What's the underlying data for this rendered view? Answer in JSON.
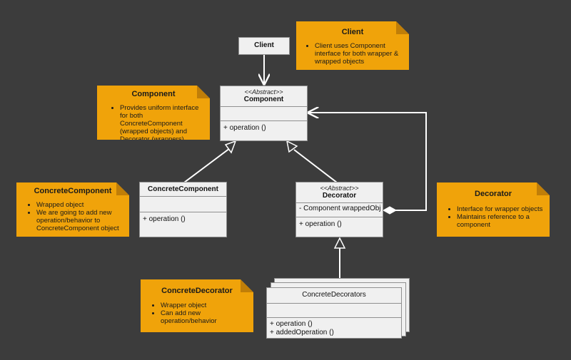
{
  "client": {
    "title": "Client"
  },
  "component": {
    "stereotype": "<<Abstract>>",
    "title": "Component",
    "attributes": "",
    "operations": [
      "+ operation ()"
    ]
  },
  "concrete_component": {
    "title": "ConcreteComponent",
    "attributes": "",
    "operations": [
      "+ operation ()"
    ]
  },
  "decorator": {
    "stereotype": "<<Abstract>>",
    "title": "Decorator",
    "attributes": [
      "- Component wrappedObj"
    ],
    "operations": [
      "+ operation ()"
    ]
  },
  "concrete_decorators": {
    "title": "ConcreteDecorators",
    "attributes": "",
    "operations": [
      "+ operation ()",
      "+ addedOperation ()"
    ]
  },
  "notes": {
    "client": {
      "title": "Client",
      "items": [
        "Client uses Component interface for both wrapper & wrapped objects"
      ]
    },
    "component": {
      "title": "Component",
      "items": [
        "Provides uniform interface for both ConcreteComponent (wrapped objects) and Decorator (wrappers)"
      ]
    },
    "concrete_component": {
      "title": "ConcreteComponent",
      "items": [
        "Wrapped object",
        "We are going to add new operation/behavior to ConcreteComponent object"
      ]
    },
    "decorator": {
      "title": "Decorator",
      "items": [
        "Interface for wrapper objects",
        "Maintains reference to a component"
      ]
    },
    "concrete_decorator": {
      "title": "ConcreteDecorator",
      "items": [
        "Wrapper object",
        "Can add new operation/behavior"
      ]
    }
  },
  "colors": {
    "background": "#3c3c3c",
    "note": "#f0a30a",
    "box": "#f0f0f0",
    "connector": "#ffffff"
  }
}
